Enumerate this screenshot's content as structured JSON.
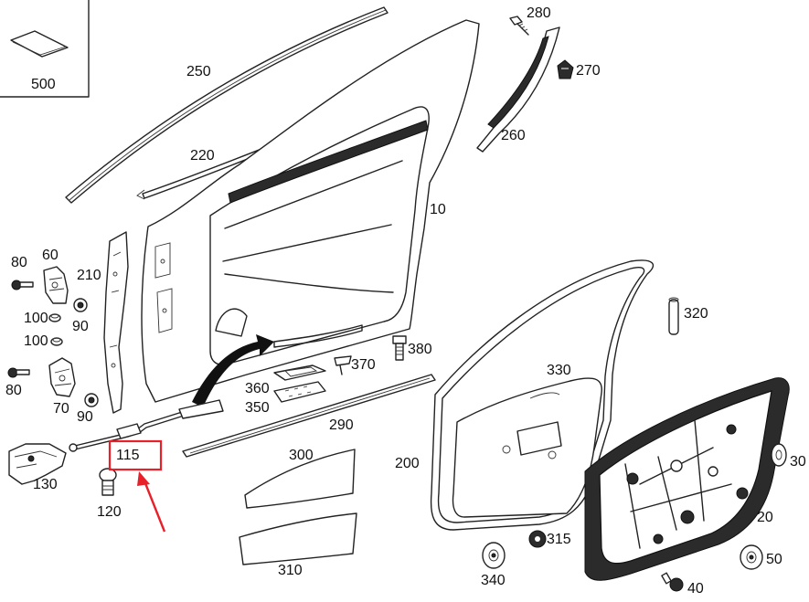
{
  "labels": {
    "p500": "500",
    "p250": "250",
    "p220": "220",
    "p280": "280",
    "p270": "270",
    "p260": "260",
    "p10": "10",
    "p80a": "80",
    "p60": "60",
    "p210": "210",
    "p100a": "100",
    "p90a": "90",
    "p100b": "100",
    "p80b": "80",
    "p70": "70",
    "p90b": "90",
    "p130": "130",
    "p115": "115",
    "p120": "120",
    "p360": "360",
    "p350": "350",
    "p370": "370",
    "p380": "380",
    "p290": "290",
    "p300": "300",
    "p310": "310",
    "p330": "330",
    "p320": "320",
    "p200": "200",
    "p315": "315",
    "p340": "340",
    "p30": "30",
    "p20": "20",
    "p50": "50",
    "p40": "40"
  },
  "colors": {
    "highlight": "#e8202a",
    "line": "#222222",
    "background": "#ffffff"
  },
  "highlighted_part": "115"
}
